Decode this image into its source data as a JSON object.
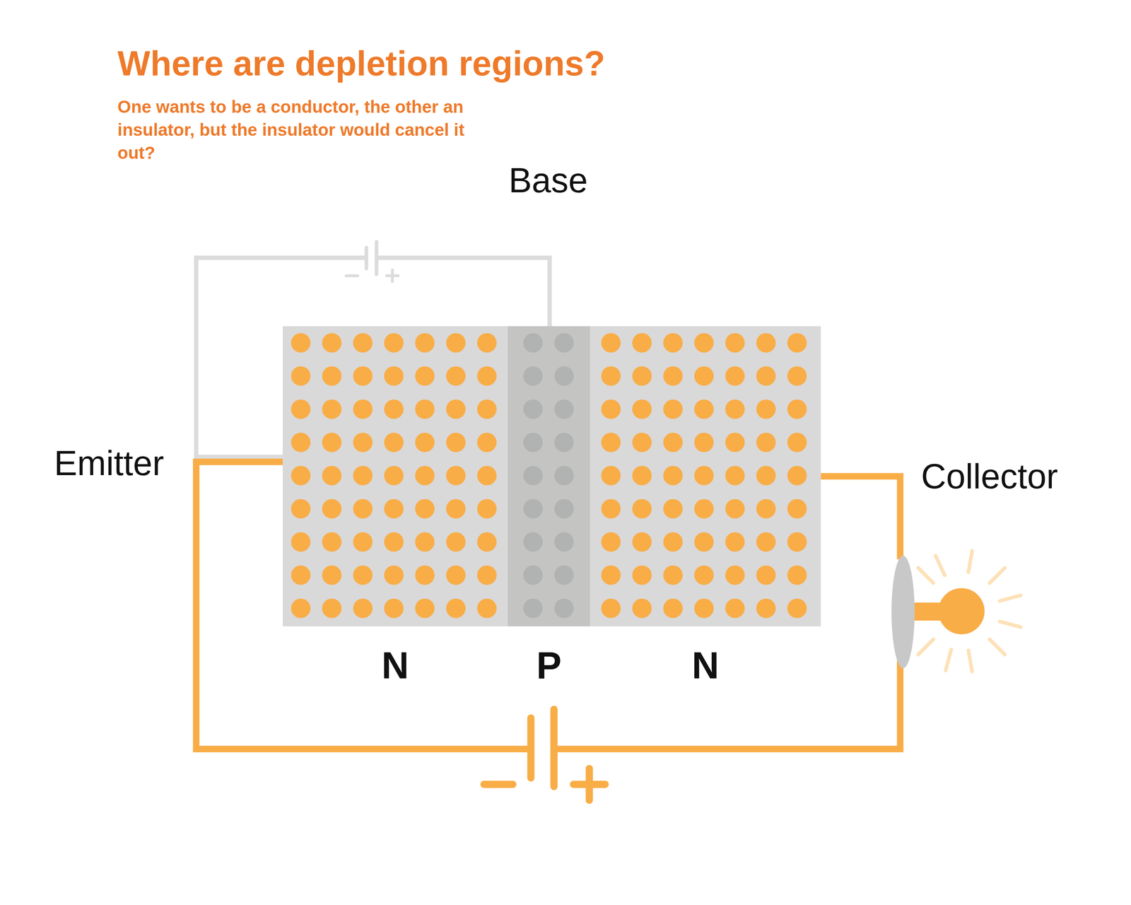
{
  "diagram": {
    "title": "Where are depletion regions?",
    "nodes": [
      {
        "text": [
          "N"
        ]
      },
      {
        "text": [
          "P"
        ]
      },
      {
        "text": [
          "N"
        ]
      }
    ],
    "labels": [
      "One wants to be a conductor, the other an insulator, but the insulator would cancel it out?",
      "Base",
      "Emitter",
      "Collector"
    ]
  }
}
